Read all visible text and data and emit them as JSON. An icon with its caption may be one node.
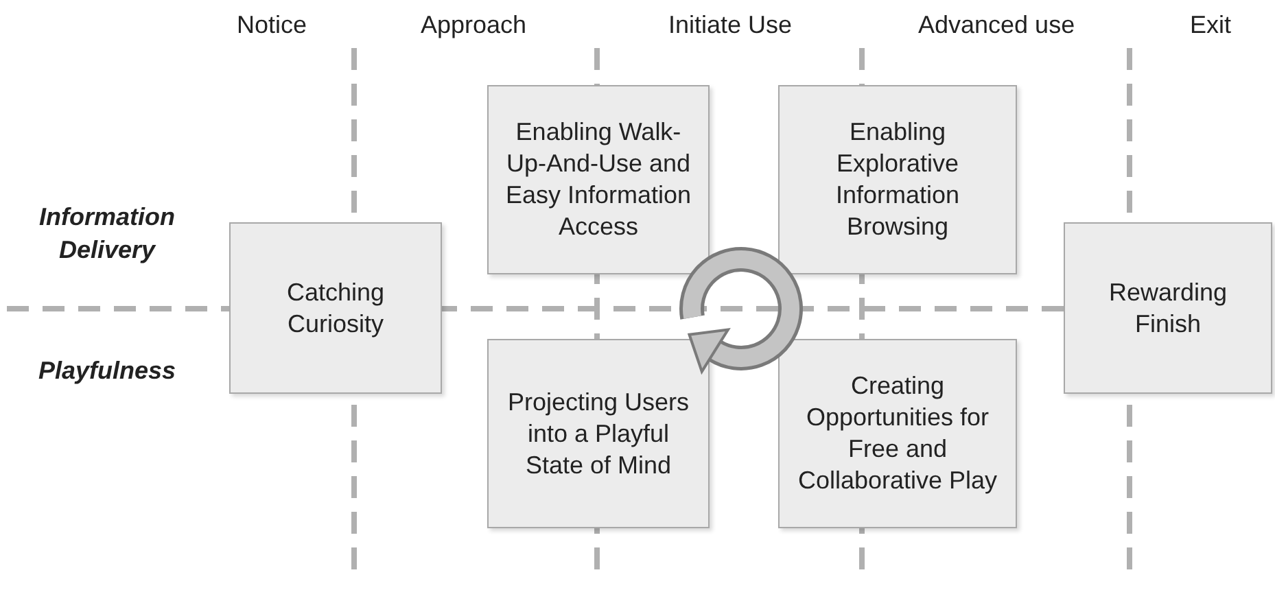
{
  "diagram": {
    "nodes": [
      {
        "text": [
          "Catching Curiosity"
        ]
      },
      {
        "text": [
          "Enabling Walk-Up-And-Use and Easy Information Access"
        ]
      },
      {
        "text": [
          "Enabling Explorative Information Browsing"
        ]
      },
      {
        "text": [
          "Projecting Users into a Playful State of Mind"
        ]
      },
      {
        "text": [
          "Creating Opportunities for Free and Collaborative Play"
        ]
      },
      {
        "text": [
          "Rewarding Finish"
        ]
      }
    ],
    "labels": [
      "Notice",
      "Approach",
      "Initiate Use",
      "Advanced use",
      "Exit",
      "Information Delivery",
      "Playfulness"
    ]
  }
}
